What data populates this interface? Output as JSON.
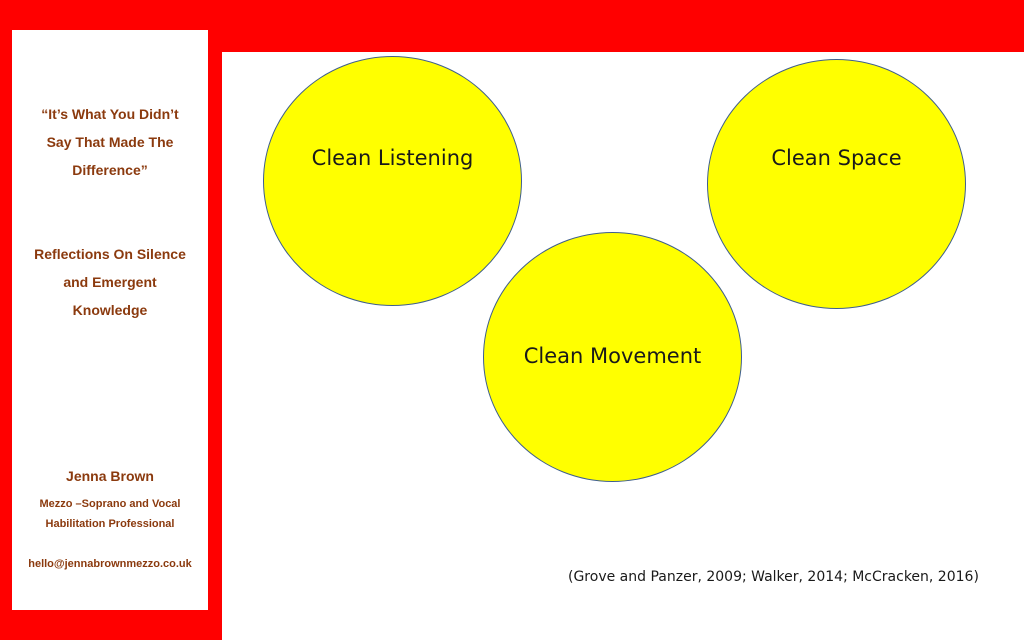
{
  "sidebar": {
    "title_lines": [
      "“It’s What You Didn’t",
      "Say That Made The",
      "Difference”"
    ],
    "subtitle_lines": [
      "Reflections On Silence",
      "and Emergent",
      "Knowledge"
    ],
    "author": "Jenna Brown",
    "role_lines": [
      "Mezzo –Soprano and Vocal",
      "Habilitation Professional"
    ],
    "email": "hello@jennabrownmezzo.co.uk"
  },
  "circles": {
    "listening": "Clean Listening",
    "space": "Clean Space",
    "movement": "Clean Movement"
  },
  "citation": "(Grove and Panzer, 2009; Walker, 2014;  McCracken, 2016)",
  "colors": {
    "frame": "#ff0000",
    "circle_fill": "#ffff00",
    "circle_border": "#3f5f8c",
    "sidebar_text": "#8b3a0e"
  }
}
